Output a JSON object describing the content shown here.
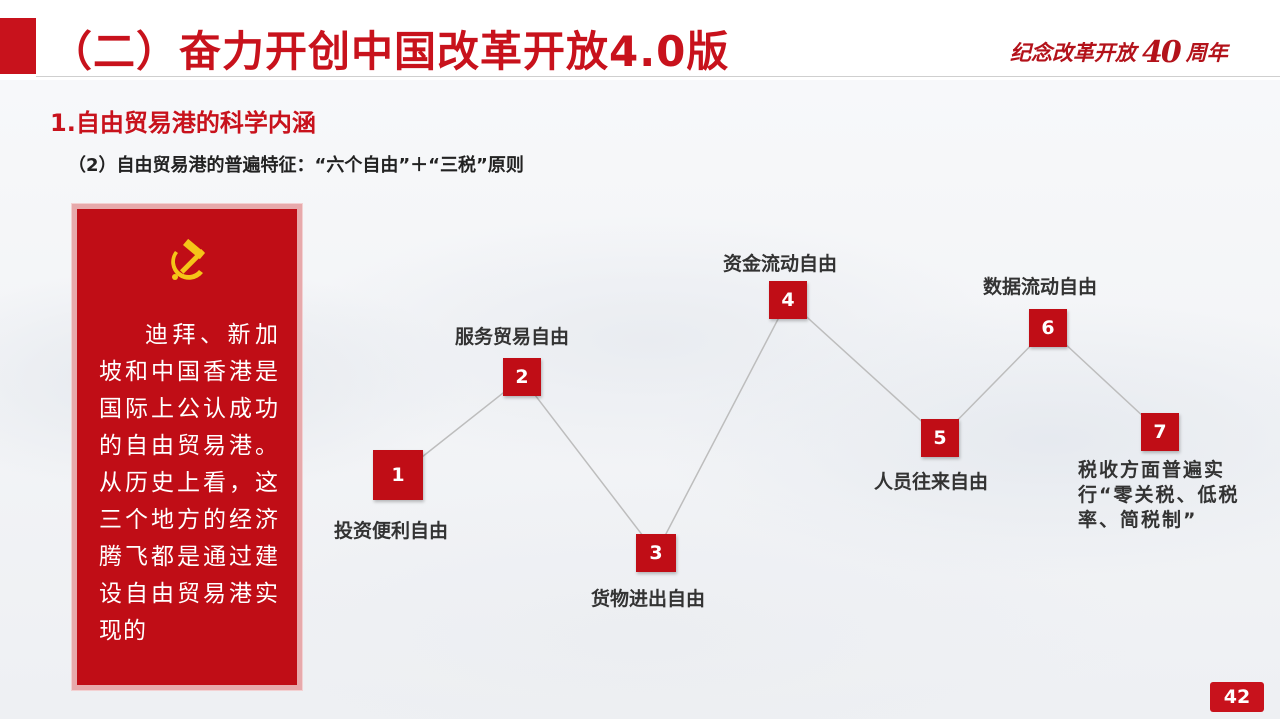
{
  "header": {
    "title": "（二）奋力开创中国改革开放4.0版",
    "logo_prefix": "纪念改革开放",
    "logo_number": "40",
    "logo_suffix": "周年"
  },
  "section": {
    "heading": "1.自由贸易港的科学内涵",
    "subheading": "（2）自由贸易港的普遍特征：“六个自由”＋“三税”原则"
  },
  "side_panel": {
    "icon": "hammer-sickle-icon",
    "text": "迪拜、新加坡和中国香港是国际上公认成功的自由贸易港。从历史上看，这三个地方的经济腾飞都是通过建设自由贸易港实现的"
  },
  "timeline": {
    "nodes": [
      {
        "num": "1",
        "label": "投资便利自由"
      },
      {
        "num": "2",
        "label": "服务贸易自由"
      },
      {
        "num": "3",
        "label": "货物进出自由"
      },
      {
        "num": "4",
        "label": "资金流动自由"
      },
      {
        "num": "5",
        "label": "人员往来自由"
      },
      {
        "num": "6",
        "label": "数据流动自由"
      },
      {
        "num": "7",
        "label": "税收方面普遍实行“零关税、低税率、简税制”"
      }
    ]
  },
  "page_number": "42",
  "colors": {
    "accent": "#c8121c",
    "panel": "#c00d16"
  }
}
